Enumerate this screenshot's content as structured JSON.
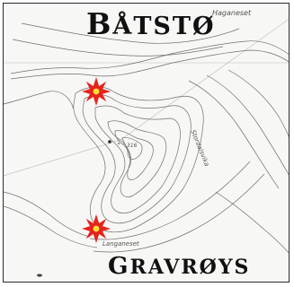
{
  "map": {
    "title_top": {
      "first": "B",
      "rest": "ÅTSTØ"
    },
    "title_bottom": {
      "first": "G",
      "rest": "RAVRØYS"
    },
    "places": {
      "haganeset": "Haganeset",
      "stordalsvika": "Stordalsvika",
      "langaneset": "Langaneset",
      "height": "316"
    },
    "markers": [
      "red-star-north",
      "red-star-south"
    ],
    "colors": {
      "contour": "#6f6f6f",
      "marker": "#e4251c",
      "marker_core": "#ffde3a",
      "background": "#f7f7f5",
      "text": "#111111"
    }
  }
}
